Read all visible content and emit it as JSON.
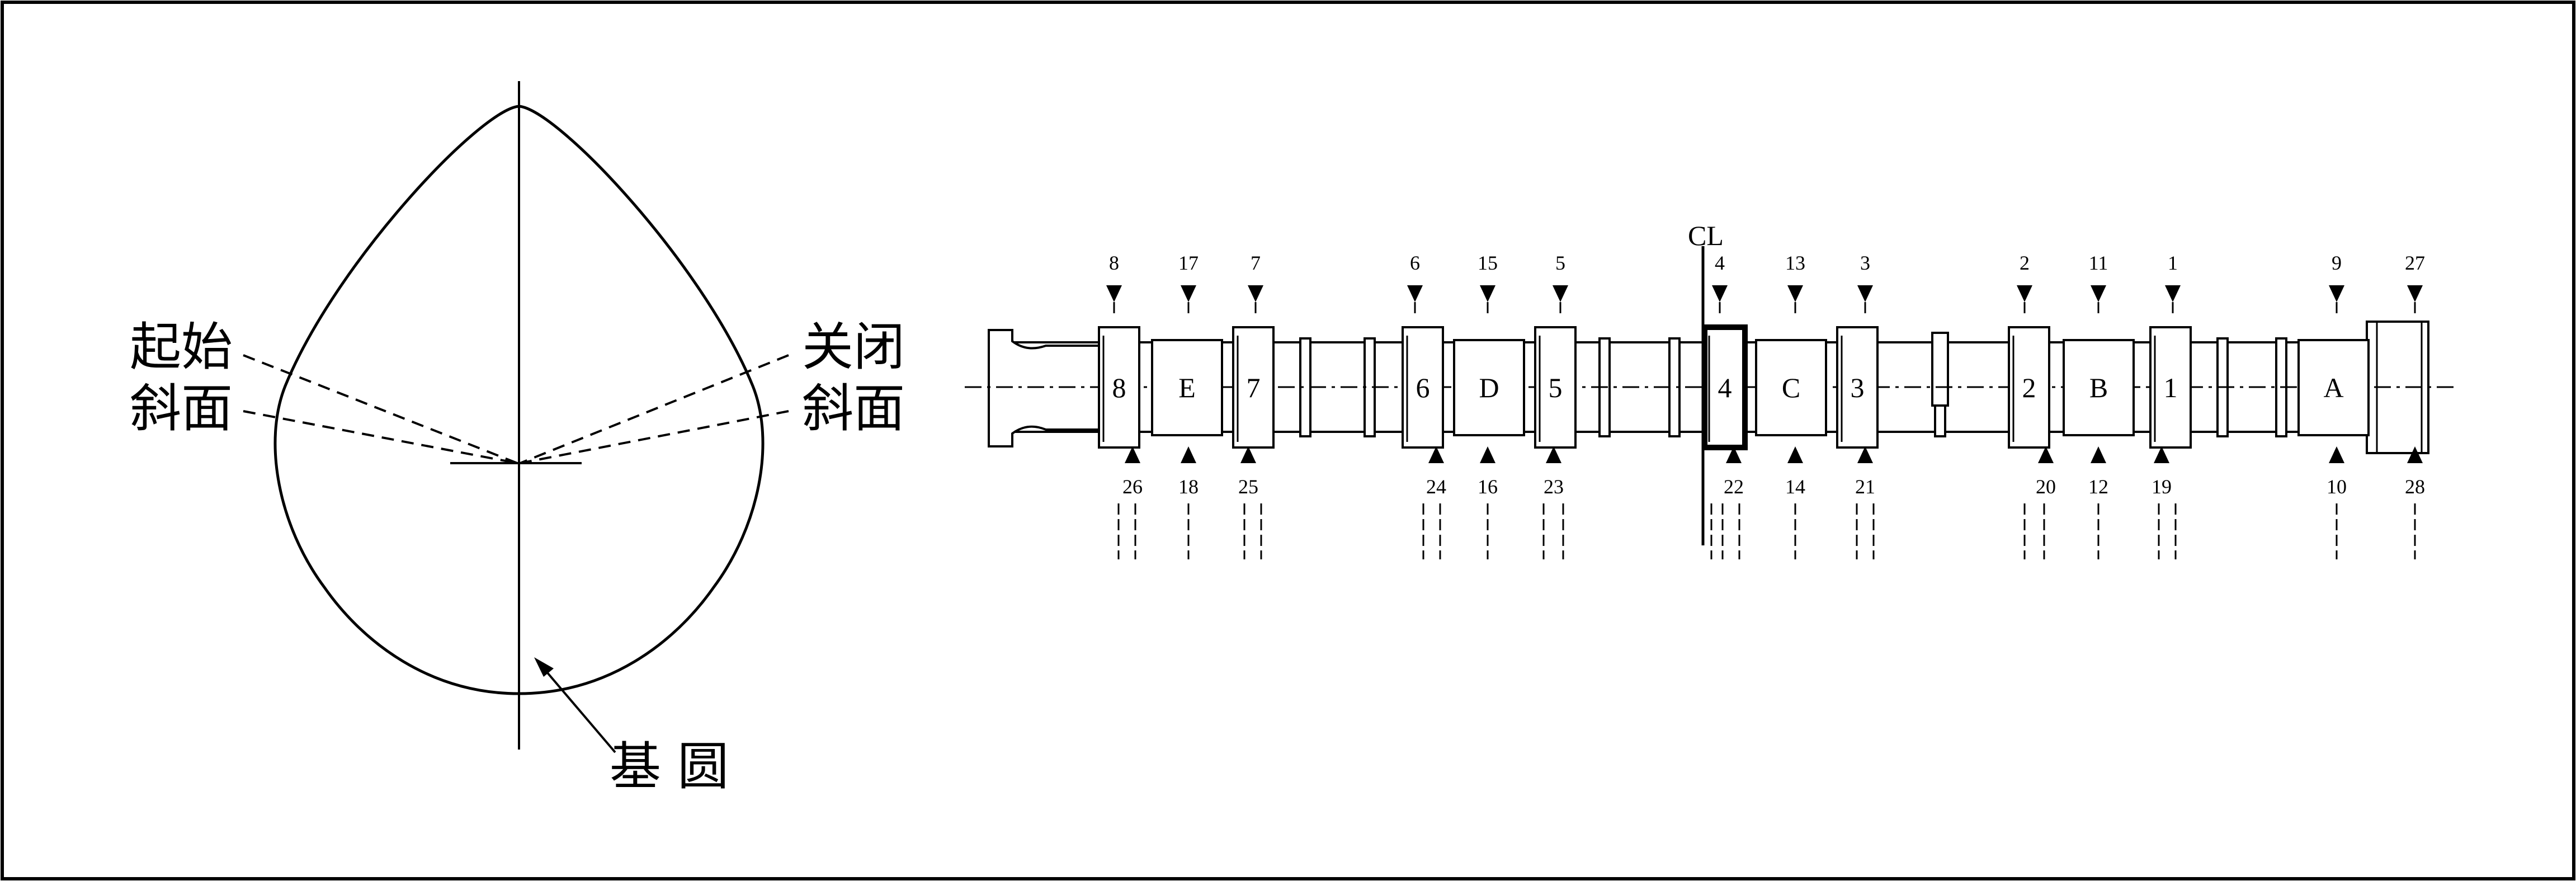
{
  "cam_profile": {
    "label_opening_ramp_line1": "起始",
    "label_opening_ramp_line2": "斜面",
    "label_closing_ramp_line1": "关闭",
    "label_closing_ramp_line2": "斜面",
    "label_base_circle": "基 圆"
  },
  "camshaft": {
    "centerline_label": "CL",
    "journals": [
      "E",
      "D",
      "C",
      "B",
      "A"
    ],
    "lobes": [
      "8",
      "7",
      "6",
      "5",
      "4",
      "3",
      "2",
      "1"
    ],
    "top_markers": [
      "8",
      "17",
      "7",
      "6",
      "15",
      "5",
      "4",
      "13",
      "3",
      "2",
      "11",
      "1",
      "9",
      "27"
    ],
    "bottom_markers": [
      "26",
      "18",
      "25",
      "24",
      "16",
      "23",
      "22",
      "14",
      "21",
      "20",
      "12",
      "19",
      "10",
      "28"
    ]
  }
}
